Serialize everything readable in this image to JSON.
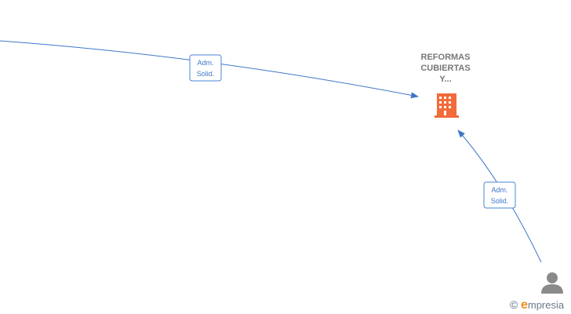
{
  "company": {
    "name_lines": [
      "REFORMAS",
      "CUBIERTAS",
      "Y..."
    ],
    "icon": "building-icon",
    "icon_color": "#f26b3a"
  },
  "edges": [
    {
      "label_line1": "Adm.",
      "label_line2": "Solid.",
      "from": "offscreen-left-person",
      "to": "company"
    },
    {
      "label_line1": "Adm.",
      "label_line2": "Solid.",
      "from": "person-bottom-right",
      "to": "company"
    }
  ],
  "person": {
    "icon": "person-icon",
    "icon_color": "#8a8a8a"
  },
  "colors": {
    "edge": "#3f77c8"
  },
  "watermark": {
    "copyright": "©",
    "e_letter": "e",
    "brand": "mpresia"
  }
}
